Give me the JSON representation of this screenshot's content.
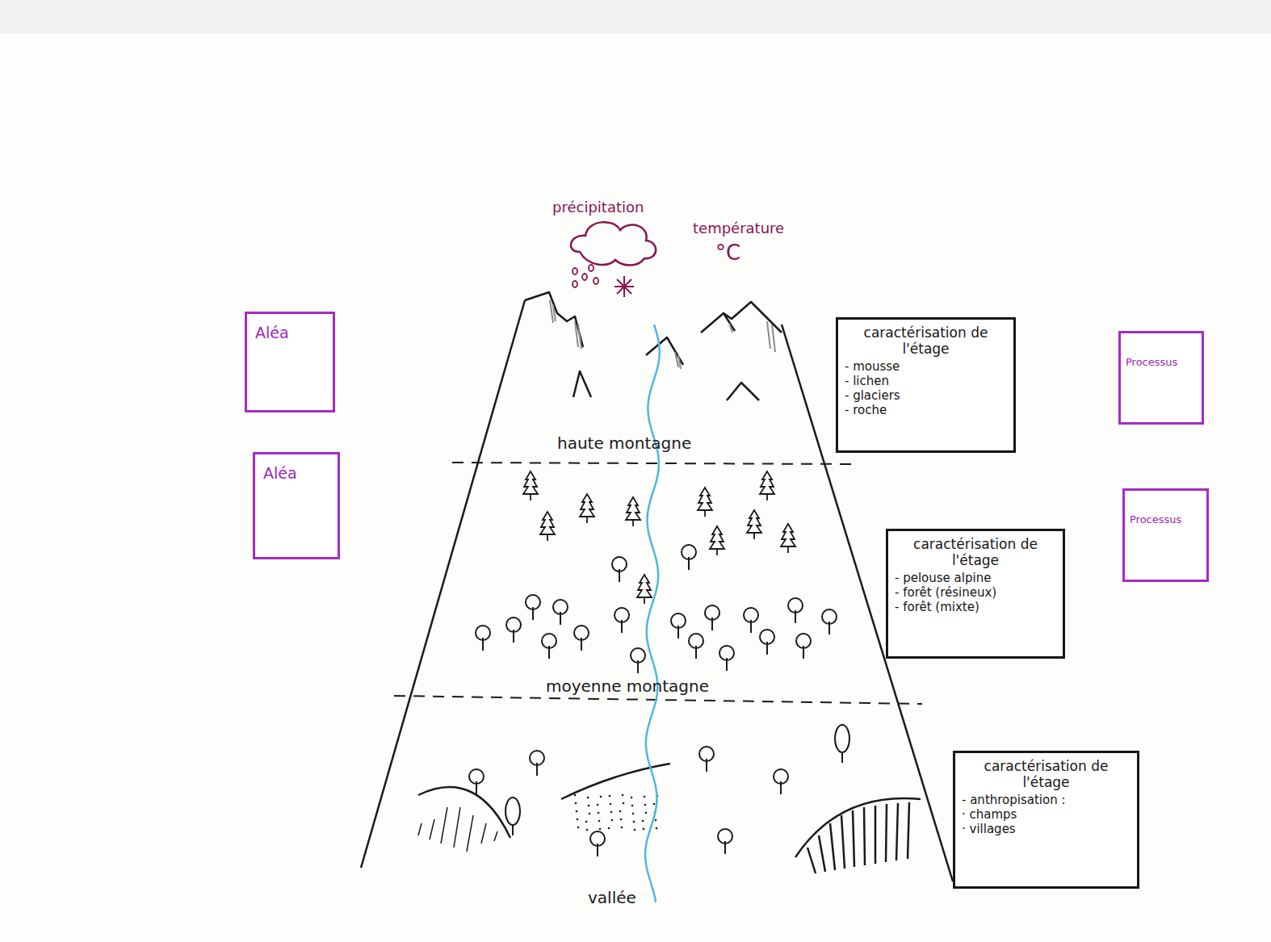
{
  "diagram": {
    "nodes": [
      {
        "text": [
          "Aléa"
        ]
      },
      {
        "text": [
          "caractérisation de l'étage",
          "- mousse",
          "- lichen",
          "- glaciers",
          "- roche"
        ]
      },
      {
        "text": [
          "Processus"
        ]
      },
      {
        "text": [
          "Aléa"
        ]
      },
      {
        "text": [
          "caractérisation de l'étage",
          "- pelouse alpine",
          "- forêt (résineux)",
          "- forêt (mixte)"
        ]
      },
      {
        "text": [
          "Processus"
        ]
      },
      {
        "text": [
          "caractérisation de l'étage",
          "- anthropisation :",
          "· champs",
          "· villages"
        ]
      }
    ],
    "edges": [],
    "labels": [
      "précipitation",
      "température",
      "°C",
      "haute montagne",
      "moyenne montagne",
      "vallée"
    ]
  }
}
